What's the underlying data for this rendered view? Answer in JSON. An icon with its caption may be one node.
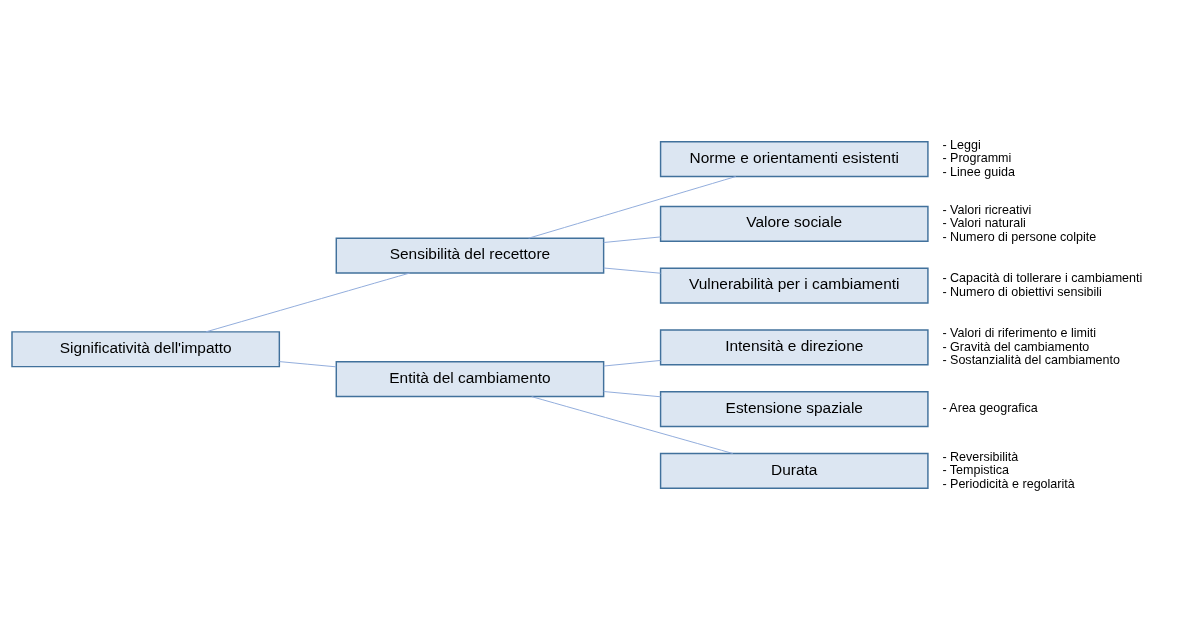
{
  "diagram": {
    "nodes": [
      {
        "text": [
          "Significatività dell'impatto"
        ]
      },
      {
        "text": [
          "Sensibilità del recettore"
        ]
      },
      {
        "text": [
          "Norme e orientamenti esistenti"
        ],
        "beside": [
          "- Leggi",
          "- Programmi",
          "- Linee guida"
        ]
      },
      {
        "text": [
          "Valore sociale"
        ],
        "beside": [
          "- Valori ricreativi",
          "- Valori naturali",
          "- Numero di persone colpite"
        ]
      },
      {
        "text": [
          "Vulnerabilità per i cambiamenti"
        ],
        "beside": [
          "- Capacità di tollerare i cambiamenti",
          "- Numero di obiettivi sensibili"
        ]
      },
      {
        "text": [
          "Entità del cambiamento"
        ]
      },
      {
        "text": [
          "Intensità e direzione"
        ],
        "beside": [
          "- Valori di riferimento e limiti",
          "- Gravità del cambiamento",
          "- Sostanzialità del cambiamento"
        ]
      },
      {
        "text": [
          "Estensione spaziale"
        ],
        "beside": [
          "- Area geografica"
        ]
      },
      {
        "text": [
          "Durata"
        ],
        "beside": [
          "- Reversibilità",
          "- Tempistica",
          "- Periodicità e regolarità"
        ]
      }
    ],
    "edges": [
      {
        "from": 0,
        "to": 1,
        "arrow": "none"
      },
      {
        "from": 1,
        "to": 2,
        "arrow": "none"
      },
      {
        "from": 1,
        "to": 3,
        "arrow": "none"
      },
      {
        "from": 1,
        "to": 4,
        "arrow": "none"
      },
      {
        "from": 0,
        "to": 5,
        "arrow": "none"
      },
      {
        "from": 5,
        "to": 6,
        "arrow": "none"
      },
      {
        "from": 5,
        "to": 7,
        "arrow": "none"
      },
      {
        "from": 5,
        "to": 8,
        "arrow": "none"
      }
    ]
  }
}
